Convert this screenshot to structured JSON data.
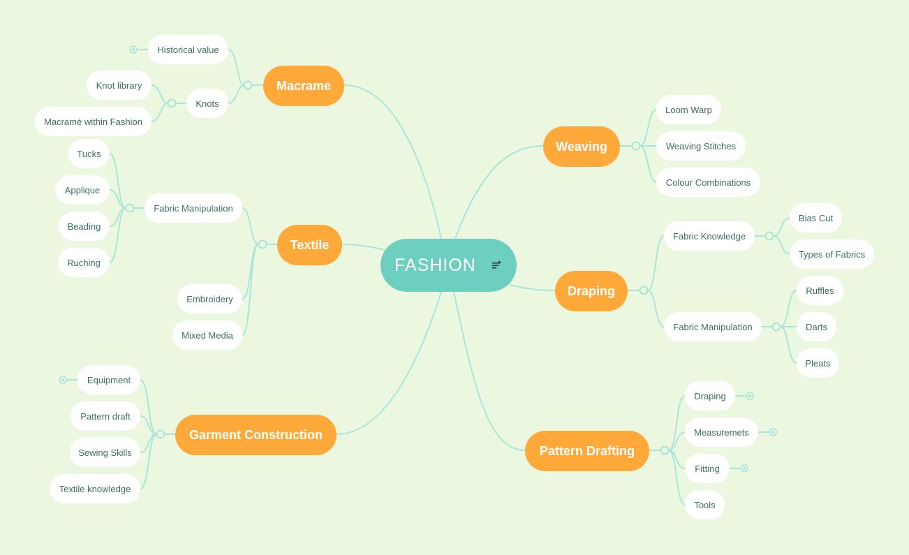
{
  "colors": {
    "background": "#ecf7e0",
    "root": "#6ccfbf",
    "branch": "#ffa93a",
    "leaf": "#ffffff",
    "edge": "#a8e6da",
    "leaf_text": "#3c6e63"
  },
  "root": {
    "label": "FASHION",
    "icon": "notes-add-icon"
  },
  "branches": {
    "macrame": {
      "label": "Macrame",
      "historical_value": "Historical value",
      "knots": "Knots",
      "knot_library": "Knot library",
      "macrame_within_fashion": "Macramé within Fashion"
    },
    "textile": {
      "label": "Textile",
      "fabric_manipulation": "Fabric Manipulation",
      "tucks": "Tucks",
      "applique": "Applique",
      "beading": "Beading",
      "ruching": "Ruching",
      "embroidery": "Embroidery",
      "mixed_media": "Mixed Media"
    },
    "garment_construction": {
      "label": "Garment Construction",
      "equipment": "Equipment",
      "pattern_draft": "Pattern draft",
      "sewing_skills": "Sewing Skills",
      "textile_knowledge": "Textile knowledge"
    },
    "weaving": {
      "label": "Weaving",
      "loom_warp": "Loom Warp",
      "weaving_stitches": "Weaving Stitches",
      "colour_combinations": "Colour Combinations"
    },
    "draping": {
      "label": "Draping",
      "fabric_knowledge": "Fabric Knowledge",
      "bias_cut": "Bias Cut",
      "types_of_fabrics": "Types of Fabrics",
      "fabric_manipulation": "Fabric Manipulation",
      "ruffles": "Ruffles",
      "darts": "Darts",
      "pleats": "Pleats"
    },
    "pattern_drafting": {
      "label": "Pattern Drafting",
      "draping": "Draping",
      "measuremets": "Measuremets",
      "fitting": "Fitting",
      "tools": "Tools"
    }
  }
}
